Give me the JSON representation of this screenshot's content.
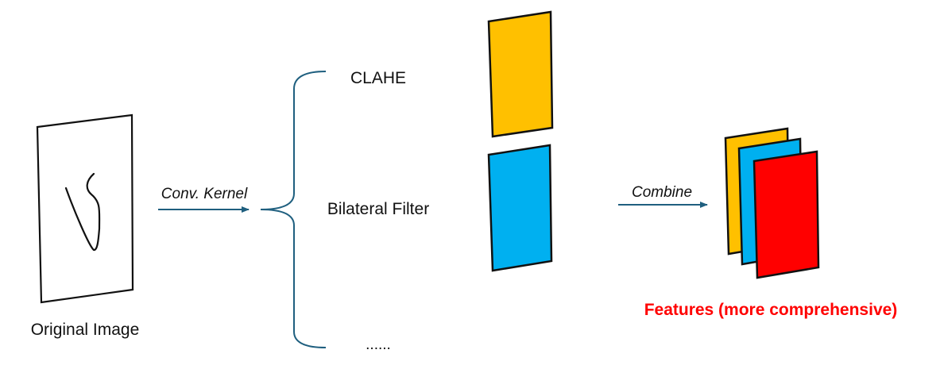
{
  "labels": {
    "original_image": "Original Image",
    "conv_kernel": "Conv. Kernel",
    "clahe": "CLAHE",
    "bilateral_filter": "Bilateral Filter",
    "ellipsis": "......",
    "combine": "Combine",
    "features": "Features (more comprehensive)"
  },
  "colors": {
    "clahe_panel": "#ffc000",
    "bilateral_panel": "#00b0f0",
    "combined_red": "#ff0000",
    "arrow": "#1f5f7f",
    "brace": "#1f5f7f",
    "outline": "#111111",
    "features_text": "#ff0000"
  }
}
